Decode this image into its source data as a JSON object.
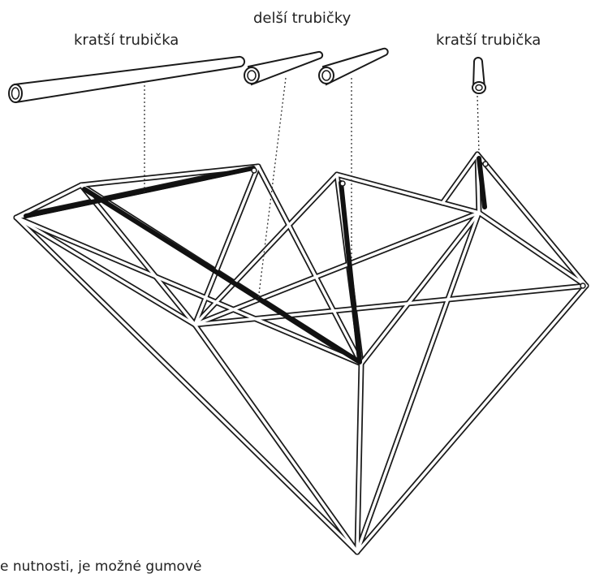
{
  "labels": {
    "left_tube": "kratší trubička",
    "middle_tubes": "delší trubičky",
    "right_tube": "kratší trubička"
  },
  "bottom_note": "e nutnosti, je možné gumové",
  "colors": {
    "frame_outline": "#1a1a1a",
    "frame_fill": "#ffffff",
    "highlight_bar": "#111111"
  }
}
